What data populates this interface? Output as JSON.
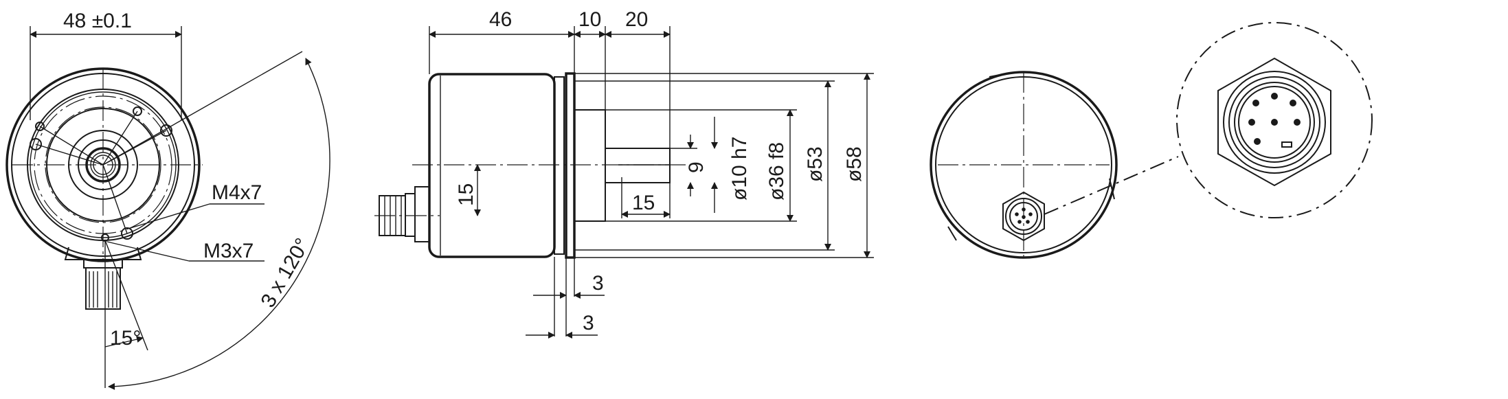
{
  "dimensions": {
    "width_48": "48 ±0.1",
    "thread_m4": "M4x7",
    "thread_m3": "M3x7",
    "angle_15": "15°",
    "angle_3x120": "3 x 120°",
    "len_46": "46",
    "len_10": "10",
    "len_20": "20",
    "height_15": "15",
    "shaft_15": "15",
    "flat_9": "9",
    "dia_10": "ø10 h7",
    "dia_36": "ø36 f8",
    "dia_53": "ø53",
    "dia_58": "ø58",
    "gap_3a": "3",
    "gap_3b": "3"
  }
}
